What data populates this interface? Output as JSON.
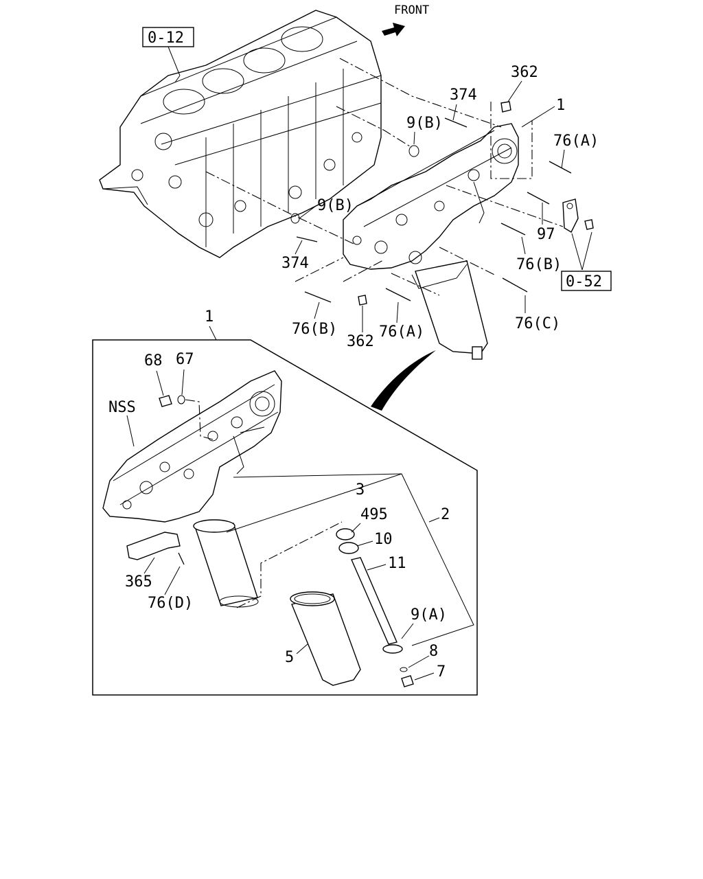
{
  "front_label": "FRONT",
  "refs": {
    "block": "0-12",
    "bracket": "0-52"
  },
  "callouts": {
    "c362a": "362",
    "c374a": "374",
    "c1a": "1",
    "c9b_a": "9(B)",
    "c76a_a": "76(A)",
    "c9b_b": "9(B)",
    "c374b": "374",
    "c97": "97",
    "c76b_a": "76(B)",
    "c76b_b": "76(B)",
    "c362b": "362",
    "c76a_b": "76(A)",
    "c76c": "76(C)",
    "c1b": "1",
    "c68": "68",
    "c67": "67",
    "cnss": "NSS",
    "c3": "3",
    "c495": "495",
    "c2": "2",
    "c10": "10",
    "c11": "11",
    "c365": "365",
    "c76d": "76(D)",
    "c9a": "9(A)",
    "c5": "5",
    "c8": "8",
    "c7": "7"
  }
}
